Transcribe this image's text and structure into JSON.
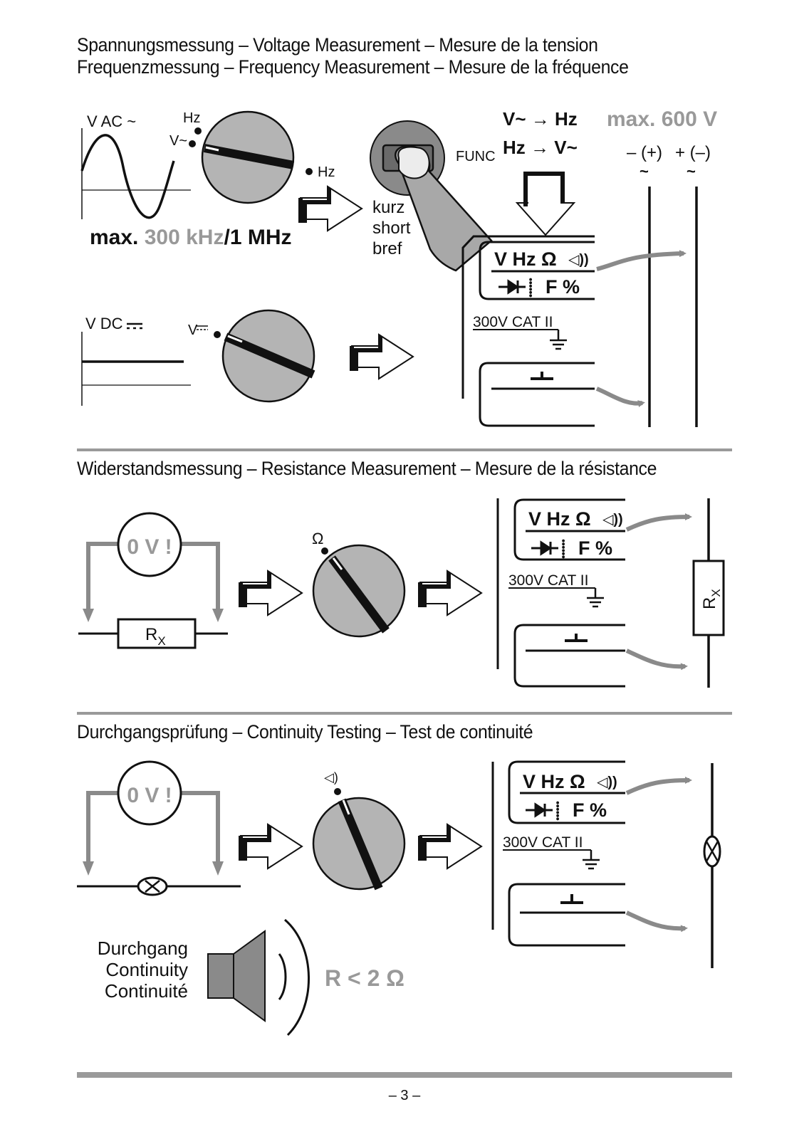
{
  "section_voltage": {
    "title_line1": "Spannungsmessung – Voltage Measurement – Mesure de la tension",
    "title_line2": "Frequenzmessung – Frequency Measurement – Mesure de la fréquence",
    "vac_label": "V AC ~",
    "vdc_label": "V DC",
    "dial_hz_top": "Hz",
    "dial_v_ac": "V~",
    "dial_hz_right": "Hz",
    "dial_v_dc": "V",
    "max_prefix": "max.",
    "max_freq_grey": "300 kHz",
    "max_freq_black": "/1 MHz",
    "press_kurz": "kurz",
    "press_short": "short",
    "press_bref": "bref",
    "func_label": "FUNC",
    "func_line1": "V~ → Hz",
    "func_line2": "Hz → V~",
    "max_voltage": "max. 600 V",
    "probe_left": "– (+)",
    "probe_right": "+ (–)",
    "probe_tilde": "~"
  },
  "meter": {
    "line1": "V Hz Ω",
    "line2": "F %",
    "cat_label": "300V CAT II"
  },
  "section_resistance": {
    "title": "Widerstandsmessung – Resistance Measurement – Mesure de la résistance",
    "zero_volts": "0 V !",
    "resistor_label": "R",
    "resistor_sub": "X",
    "dial_symbol": "Ω"
  },
  "section_continuity": {
    "title": "Durchgangsprüfung – Continuity Testing – Test de continuité",
    "zero_volts": "0 V !",
    "label_de": "Durchgang",
    "label_en": "Continuity",
    "label_fr": "Continuité",
    "threshold": "R < 2 Ω"
  },
  "page_number": "– 3 –",
  "colors": {
    "grey_text": "#999999",
    "dial_fill": "#b4b4b4",
    "rule": "#9a9a9a",
    "arrow": "#8a8a8a"
  }
}
